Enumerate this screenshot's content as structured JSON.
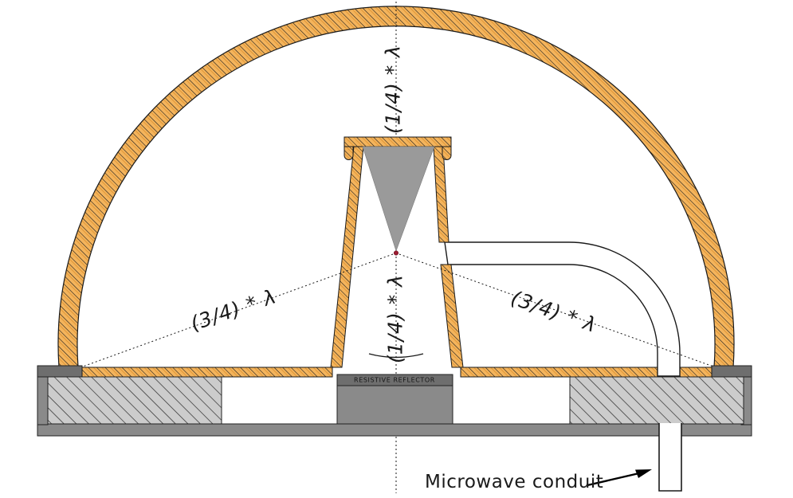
{
  "diagram": {
    "type": "technical-cross-section",
    "subject": "microwave antenna dome with conical feed and resistive reflector",
    "labels": {
      "top_quarter_wavelength": "(1/4) * λ",
      "bottom_quarter_wavelength": "(1/4) * λ",
      "left_three_quarter_wavelength": "(3/4) * λ",
      "right_three_quarter_wavelength": "(3/4) * λ",
      "resistive_reflector": "RESISTIVE REFLECTOR",
      "microwave_conduit": "Microwave conduit"
    },
    "colors": {
      "shell_orange": "#F4B45C",
      "cone_gray": "#9A9A9A",
      "base_gray": "#8A8A8A",
      "cap_gray": "#6E6E6E",
      "hatch_gray_bg": "#CCCCCC",
      "feed_point_red": "#9B1C31",
      "line_black": "#1a1a1a"
    }
  }
}
